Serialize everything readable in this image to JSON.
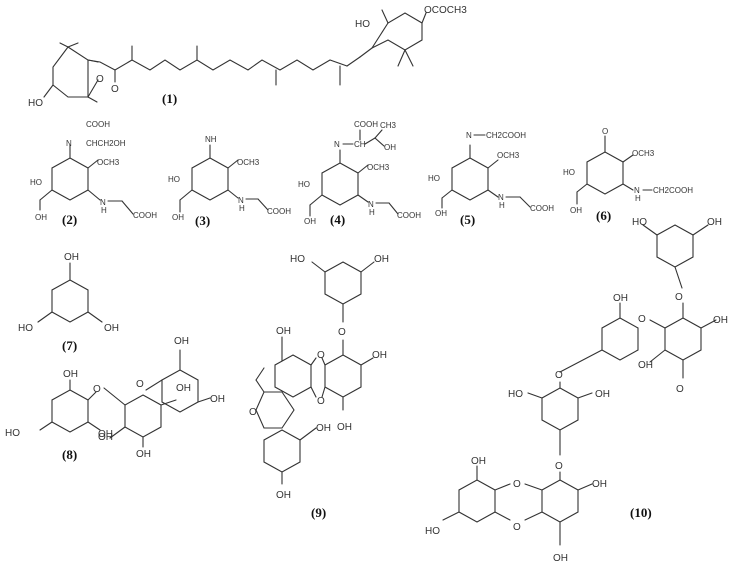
{
  "figure": {
    "type": "chemical-structures",
    "compounds": [
      {
        "id": "1",
        "label": "(1)",
        "groups": [
          "HO",
          "O",
          "O",
          "HO",
          "OCOCH3"
        ]
      },
      {
        "id": "2",
        "label": "(2)",
        "groups": [
          "COOH",
          "N",
          "CHCH2OH",
          "OCH3",
          "HO",
          "OH",
          "N",
          "H",
          "COOH"
        ]
      },
      {
        "id": "3",
        "label": "(3)",
        "groups": [
          "NH",
          "OCH3",
          "HO",
          "OH",
          "N",
          "H",
          "COOH"
        ]
      },
      {
        "id": "4",
        "label": "(4)",
        "groups": [
          "COOH",
          "CH3",
          "N",
          "CH",
          "OH",
          "OCH3",
          "HO",
          "OH",
          "N",
          "H",
          "COOH"
        ]
      },
      {
        "id": "5",
        "label": "(5)",
        "groups": [
          "N",
          "CH2COOH",
          "OCH3",
          "HO",
          "OH",
          "N",
          "H",
          "COOH"
        ]
      },
      {
        "id": "6",
        "label": "(6)",
        "groups": [
          "O",
          "OCH3",
          "HO",
          "OH",
          "N",
          "H",
          "CH2COOH"
        ]
      },
      {
        "id": "7",
        "label": "(7)",
        "groups": [
          "OH",
          "HO",
          "OH"
        ]
      },
      {
        "id": "8",
        "label": "(8)",
        "groups": [
          "OH",
          "OH",
          "OH",
          "OH",
          "O",
          "O",
          "OH",
          "HO",
          "OH",
          "OH"
        ]
      },
      {
        "id": "9",
        "label": "(9)",
        "groups": [
          "HO",
          "OH",
          "O",
          "OH",
          "O",
          "OH",
          "O",
          "O",
          "OH",
          "OH",
          "OH"
        ]
      },
      {
        "id": "10",
        "label": "(10)",
        "groups": [
          "HO",
          "OH",
          "O",
          "OH",
          "O",
          "OH",
          "O",
          "OH",
          "O",
          "HO",
          "OH",
          "O",
          "OH",
          "O",
          "OH",
          "O",
          "HO",
          "OH",
          "OH"
        ]
      }
    ]
  }
}
